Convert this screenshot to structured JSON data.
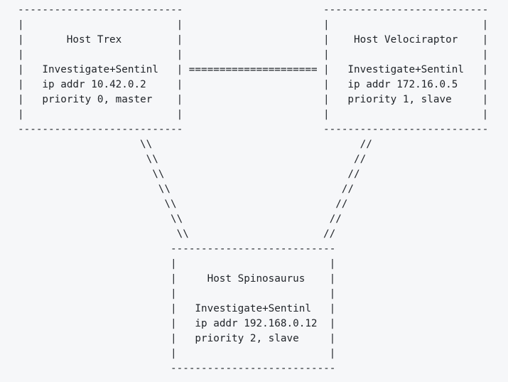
{
  "hosts": [
    {
      "name": "Host Trex",
      "app": "Investigate+Sentinl",
      "ip": "ip addr 10.42.0.2",
      "priority": "priority 0, master"
    },
    {
      "name": "Host Velociraptor",
      "app": "Investigate+Sentinl",
      "ip": "ip addr 172.16.0.5",
      "priority": "priority 1, slave"
    },
    {
      "name": "Host Spinosaurus",
      "app": "Investigate+Sentinl",
      "ip": "ip addr 192.168.0.12",
      "priority": "priority 2, slave"
    }
  ],
  "glyphs": {
    "border": "---------------------------",
    "pipe": "|",
    "link": "=====================",
    "backslash": "\\\\",
    "slash": "//"
  }
}
